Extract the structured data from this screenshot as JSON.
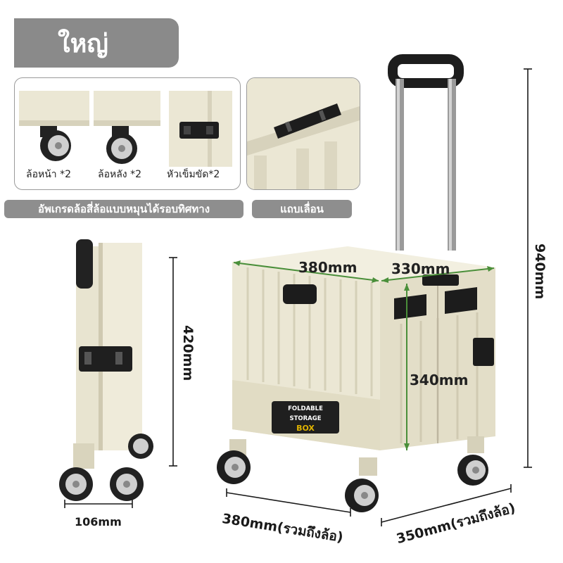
{
  "title": "ใหญ่",
  "feature_panel": {
    "items": [
      {
        "label": "ล้อหน้า *2",
        "icon": "front-wheel-icon"
      },
      {
        "label": "ล้อหลัง *2",
        "icon": "rear-wheel-icon"
      },
      {
        "label": "หัวเข็มขัด*2",
        "icon": "buckle-icon"
      }
    ],
    "caption": "อัพเกรดล้อสี่ล้อแบบหมุนได้รอบทิศทาง"
  },
  "slider_panel": {
    "icon": "slider-rail-icon",
    "caption": "แถบเลื่อน"
  },
  "dimensions": {
    "top_width": "380mm",
    "top_depth": "330mm",
    "box_height": "340mm",
    "total_height": "940mm",
    "folded_height": "420mm",
    "folded_width": "106mm",
    "bottom_width": "380mm(รวมถึงล้อ)",
    "bottom_depth": "350mm(รวมถึงล้อ)"
  },
  "box_label": {
    "line1": "FOLDABLE STORAGE",
    "line2": "BOX"
  },
  "colors": {
    "body": "#ece8d6",
    "body_shadow": "#d6d1ba",
    "badge": "#8a8a8a",
    "accent_yellow": "#e0b300",
    "dark": "#1c1c1c"
  }
}
